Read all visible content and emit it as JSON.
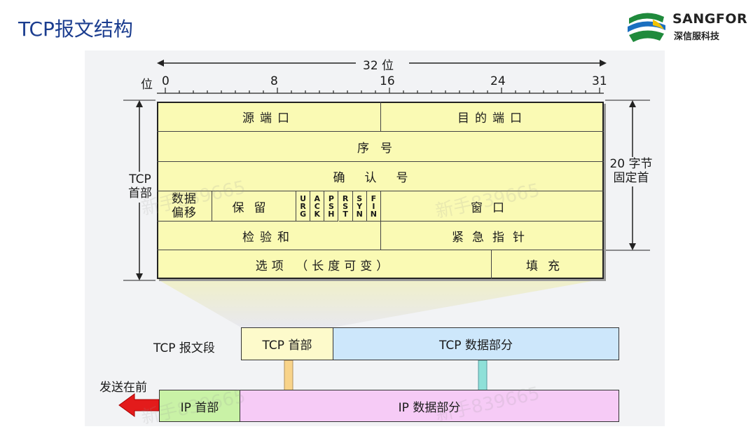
{
  "slide": {
    "title": "TCP报文结构",
    "logo": {
      "name": "SANGFOR",
      "sub": "深信服科技",
      "colors": [
        "#1f8a3c",
        "#1b6fc0",
        "#f2c200"
      ]
    },
    "watermark": "新手839665"
  },
  "ruler": {
    "width_label": "32 位",
    "bit_label": "位",
    "ticks": [
      "0",
      "8",
      "16",
      "24",
      "31"
    ]
  },
  "header_fields": {
    "source_port": "源端口",
    "dest_port": "目的端口",
    "seq": "序号",
    "ack": "确认号",
    "data_offset_line1": "数据",
    "data_offset_line2": "偏移",
    "reserved": "保留",
    "flags": [
      "URG",
      "ACK",
      "PSH",
      "RST",
      "SYN",
      "FIN"
    ],
    "window": "窗口",
    "checksum": "检验和",
    "urgent_pointer": "紧急指针",
    "options": "选项 （长度可变）",
    "padding": "填充"
  },
  "side_labels": {
    "tcp_header_line1": "TCP",
    "tcp_header_line2": "首部",
    "fixed_line1": "20 字节",
    "fixed_line2": "固定首"
  },
  "segment": {
    "label": "TCP 报文段",
    "header": "TCP 首部",
    "data": "TCP 数据部分"
  },
  "ip_packet": {
    "send_first": "发送在前",
    "header": "IP 首部",
    "data": "IP 数据部分"
  },
  "colors": {
    "yellow": "#fafab4",
    "cream": "#fdfacb",
    "light_blue": "#cde7fb",
    "green": "#c9f2a6",
    "pink": "#f6cbf6",
    "red": "#e31b1b",
    "title_blue": "#1b3d8f"
  }
}
